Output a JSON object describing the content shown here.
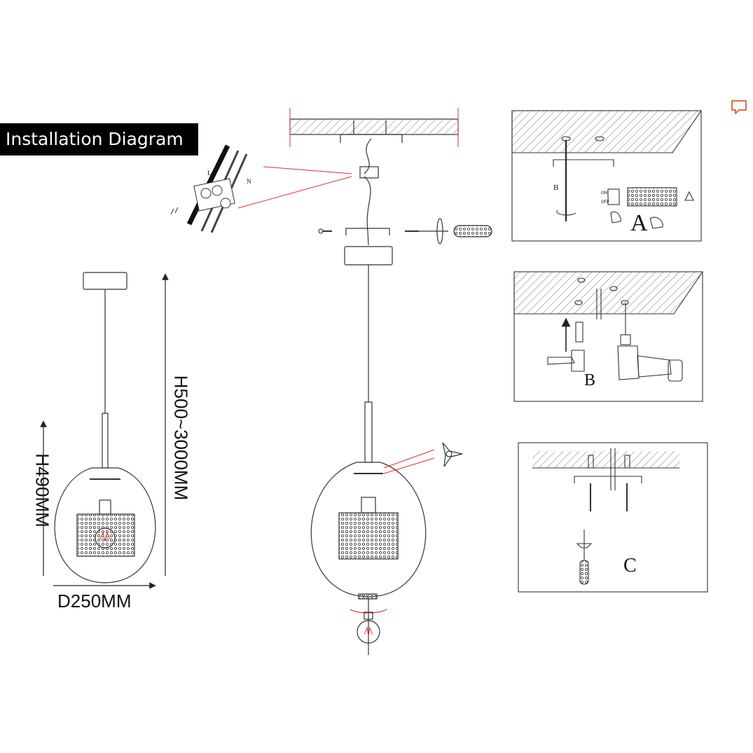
{
  "title": "Installation Diagram",
  "dimensions": {
    "diameter": "D250MM",
    "height_shade": "H490MM",
    "height_total": "H500~3000MM"
  },
  "steps": {
    "a": "A",
    "b": "B",
    "c": "C"
  },
  "step_a_label": "B",
  "colors": {
    "line": "#333333",
    "red_leader": "#e03030",
    "comment_icon": "#e05a2b"
  },
  "icons": [
    "comment-icon",
    "screwdriver-icon",
    "hammer-drill-icon",
    "warning-icon",
    "light-bulb-icon"
  ]
}
